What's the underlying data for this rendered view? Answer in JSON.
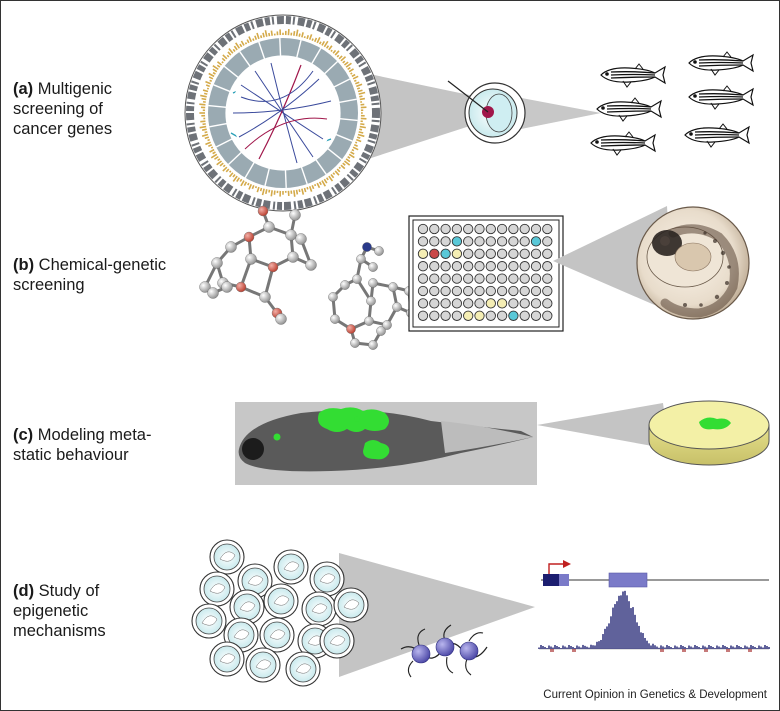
{
  "panels": {
    "a": {
      "tag": "(a)",
      "line1": " Multigenic",
      "line2": "screening of",
      "line3": "cancer genes"
    },
    "b": {
      "tag": "(b)",
      "line1": " Chemical-genetic",
      "line2": "screening"
    },
    "c": {
      "tag": "(c)",
      "line1": " Modeling  meta-",
      "line2": "static behaviour"
    },
    "d": {
      "tag": "(d)",
      "line1": " Study of",
      "line2": "epigenetic",
      "line3": "mechanisms"
    }
  },
  "credit": "Current Opinion in Genetics & Development",
  "colors": {
    "ring_gray": "#9aaab2",
    "gold": "#d4aa4a",
    "magenta": "#a0164a",
    "well_cyan": "#59c8d8",
    "well_yellow": "#f5eeb4",
    "well_red": "#c94848",
    "dish_yellow": "#f3f0a6",
    "tumor_green": "#33dd33",
    "nucleosome": "#6a66c8",
    "chip_navy": "#1c1e70"
  }
}
